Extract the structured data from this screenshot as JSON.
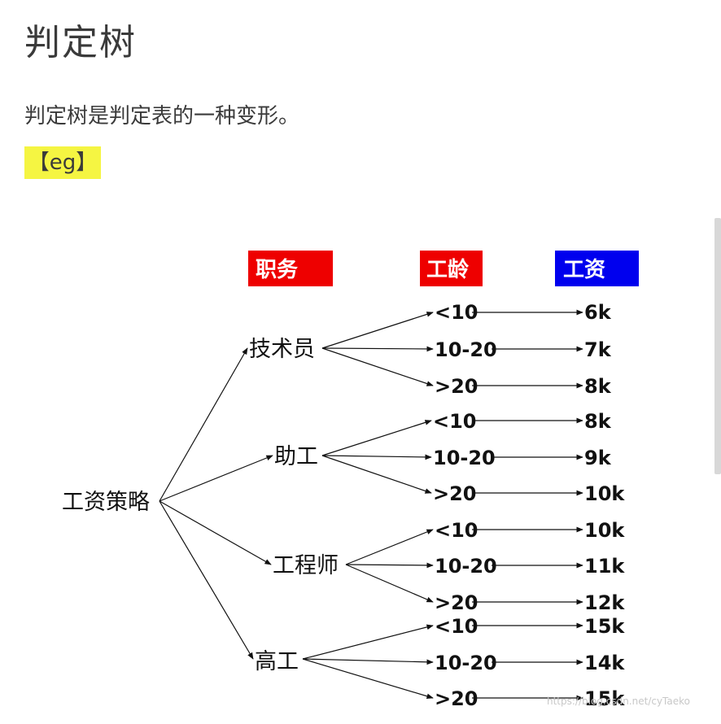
{
  "heading": "判定树",
  "paragraph": "判定树是判定表的一种变形。",
  "eg_label": "【eg】",
  "tree": {
    "headers": [
      {
        "label": "职务",
        "color": "#ee0000"
      },
      {
        "label": "工龄",
        "color": "#ee0000"
      },
      {
        "label": "工资",
        "color": "#0000ee"
      }
    ],
    "root": "工资策略",
    "positions": [
      {
        "name": "技术员",
        "branches": [
          {
            "years": "<10",
            "salary": "6k"
          },
          {
            "years": "10-20",
            "salary": "7k"
          },
          {
            "years": ">20",
            "salary": "8k"
          }
        ]
      },
      {
        "name": "助工",
        "branches": [
          {
            "years": "<10",
            "salary": "8k"
          },
          {
            "years": "10-20",
            "salary": "9k"
          },
          {
            "years": ">20",
            "salary": "10k"
          }
        ]
      },
      {
        "name": "工程师",
        "branches": [
          {
            "years": "<10",
            "salary": "10k"
          },
          {
            "years": "10-20",
            "salary": "11k"
          },
          {
            "years": ">20",
            "salary": "12k"
          }
        ]
      },
      {
        "name": "高工",
        "branches": [
          {
            "years": "<10",
            "salary": "15k"
          },
          {
            "years": "10-20",
            "salary": "14k"
          },
          {
            "years": ">20",
            "salary": "15k"
          }
        ]
      }
    ],
    "watermark": "https://blog.csdn.net/cyTaeko"
  }
}
